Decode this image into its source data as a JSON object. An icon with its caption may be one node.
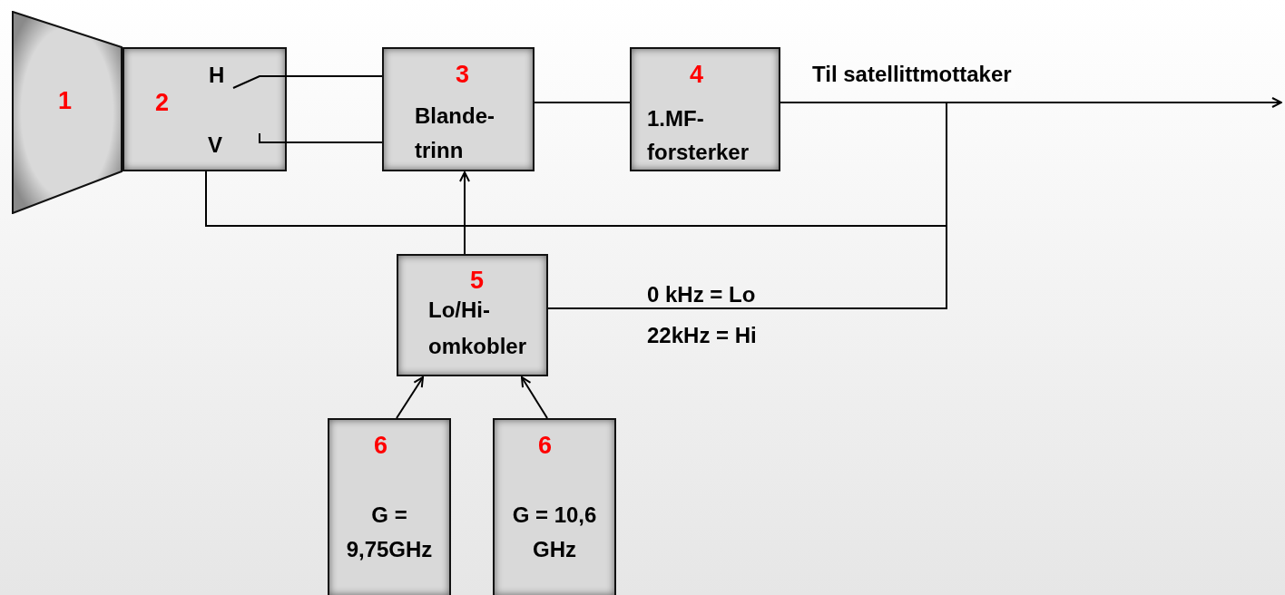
{
  "diagram": {
    "nodes": [
      {
        "text": [
          "1"
        ]
      },
      {
        "text": [
          "2",
          "H",
          "V"
        ]
      },
      {
        "text": [
          "3",
          "Blande- trinn"
        ]
      },
      {
        "text": [
          "4",
          "1.MF- forsterker"
        ]
      },
      {
        "text": [
          "5",
          "Lo/Hi- omkobler"
        ]
      },
      {
        "text": [
          "6",
          "G = 9,75GHz"
        ]
      },
      {
        "text": [
          "6",
          "G = 10,6 GHz"
        ]
      }
    ],
    "edges": [
      {
        "from": 1,
        "to": 2,
        "arrow": "none"
      },
      {
        "from": 1,
        "to": 2,
        "arrow": "none"
      },
      {
        "from": 2,
        "to": 3,
        "arrow": "none"
      },
      {
        "from": 3,
        "to": null,
        "arrow": "to",
        "label": "Til satellittmottaker"
      },
      {
        "from": 4,
        "to": 2,
        "arrow": "to"
      },
      {
        "from": 5,
        "to": 4,
        "arrow": "to"
      },
      {
        "from": 6,
        "to": 4,
        "arrow": "to"
      },
      {
        "from": 4,
        "to": 3,
        "arrow": "none"
      },
      {
        "from": 1,
        "to": 4,
        "arrow": "none"
      }
    ],
    "labels": [
      "0 kHz = Lo",
      "22kHz = Hi"
    ]
  }
}
